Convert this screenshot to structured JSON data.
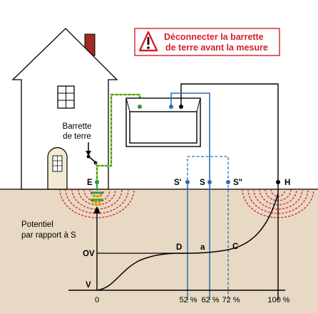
{
  "warning": {
    "line1": "Déconnecter la barrette",
    "line2": "de terre avant la mesure",
    "icon": "warning-triangle-icon"
  },
  "barrette": {
    "line1": "Barrette",
    "line2": "de terre"
  },
  "electrodes": {
    "E": "E",
    "S_prime": "S'",
    "S": "S",
    "S_second": "S\"",
    "H": "H"
  },
  "potential_label": {
    "line1": "Potentiel",
    "line2": "par rapport à S"
  },
  "curve_points": {
    "D": "D",
    "a": "a",
    "C": "C"
  },
  "y_axis": {
    "OV": "OV",
    "V": "V"
  },
  "x_axis": {
    "zero": "0",
    "p52": "52 %",
    "p62": "62 %",
    "p72": "72 %",
    "p100": "100 %"
  },
  "colors": {
    "ground": "#e8d9c4",
    "blue_wire": "#2b6fb5",
    "green_wire": "#2f9a3a",
    "yellow_wire": "#e6d400",
    "red": "#d4202a",
    "chimney": "#a12b23"
  }
}
